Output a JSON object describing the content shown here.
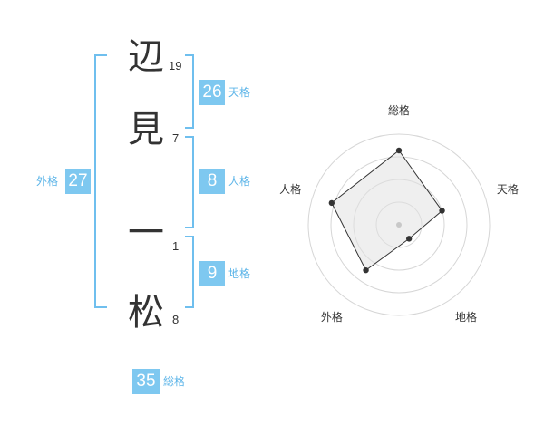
{
  "name": {
    "chars": [
      "辺",
      "見",
      "一",
      "松"
    ],
    "strokes": [
      "19",
      "7",
      "1",
      "8"
    ]
  },
  "fortunes": {
    "tenkaku": {
      "value": "26",
      "label": "天格"
    },
    "jinkaku": {
      "value": "8",
      "label": "人格"
    },
    "chikaku": {
      "value": "9",
      "label": "地格"
    },
    "gaikaku": {
      "value": "27",
      "label": "外格"
    },
    "soukaku": {
      "value": "35",
      "label": "総格"
    }
  },
  "colors": {
    "accent": "#7ec8f0",
    "bracket": "#6fbfee",
    "text": "#333333"
  },
  "chart_data": {
    "type": "radar",
    "axes": [
      "総格",
      "天格",
      "地格",
      "外格",
      "人格"
    ],
    "values": [
      0.82,
      0.5,
      0.19,
      0.62,
      0.78
    ],
    "rings": 4
  }
}
